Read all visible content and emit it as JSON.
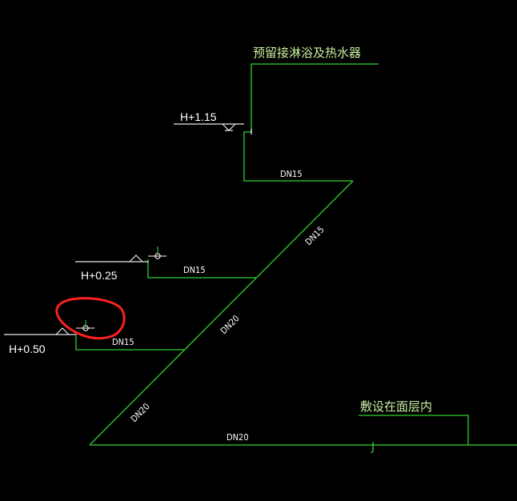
{
  "labels": {
    "top_note": "预留接淋浴及热水器",
    "bottom_note": "敷设在面层内",
    "elev_115": "H+1.15",
    "elev_025": "H+0.25",
    "elev_050": "H+0.50",
    "pipe_top_h": "DN15",
    "pipe_diag_upper": "DN15",
    "pipe_mid_h": "DN15",
    "pipe_diag_mid": "DN20",
    "pipe_low_h": "DN15",
    "pipe_diag_low": "DN20",
    "pipe_bottom_h": "DN20",
    "valve_mark": "J"
  },
  "colors": {
    "background": "#000000",
    "pipe": "#2fd12f",
    "text_green": "#c8f0a0",
    "text_white": "#ffffff",
    "highlight": "#ff2020"
  }
}
